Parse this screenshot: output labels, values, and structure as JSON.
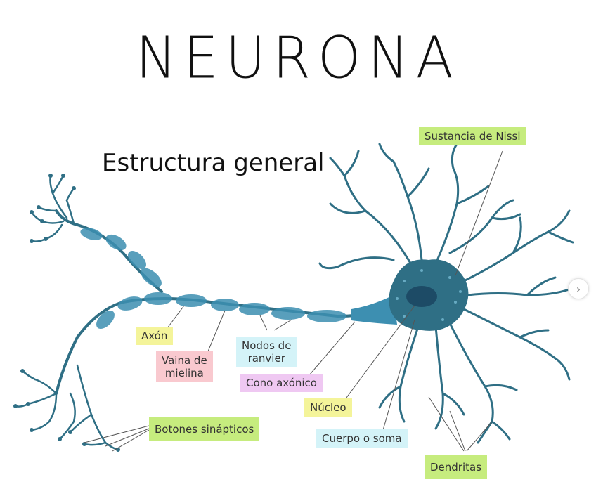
{
  "title": "NEURONA",
  "subtitle": "Estructura general",
  "labels": {
    "nissl": "Sustancia de Nissl",
    "axon": "Axón",
    "myelin_line1": "Vaina de",
    "myelin_line2": "mielina",
    "nodes_line1": "Nodos de",
    "nodes_line2": "ranvier",
    "cone": "Cono axónico",
    "nucleus": "Núcleo",
    "soma": "Cuerpo o soma",
    "buttons": "Botones sinápticos",
    "dendrites": "Dendritas"
  },
  "colors": {
    "neuron": "#2f6f85",
    "myelin": "#3d8fb1",
    "nucleus": "#1d4b66",
    "label_green": "#c6ec7e",
    "label_yellow": "#f4f49a",
    "label_pink": "#f9c9cf",
    "label_cyan": "#d4f3f8",
    "label_violet": "#efc8f2"
  },
  "icons": {
    "next": "chevron-right-icon"
  }
}
